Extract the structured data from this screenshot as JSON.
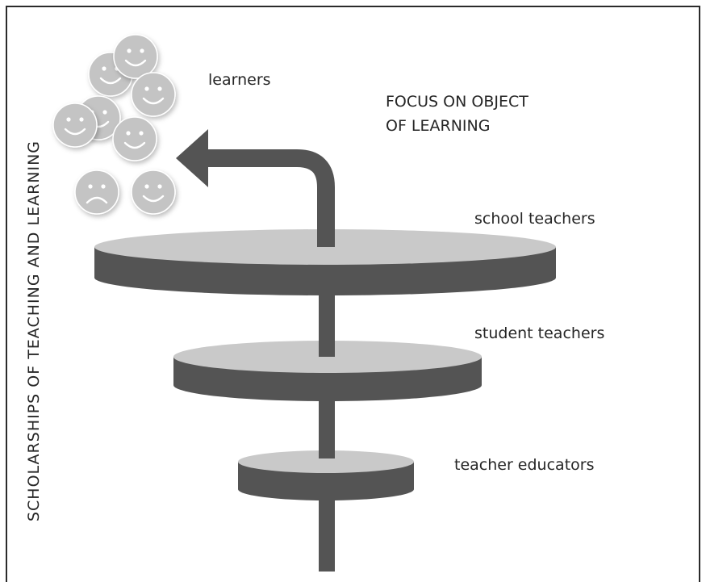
{
  "labels": {
    "learners": "learners",
    "focus_line1": "FOCUS ON OBJECT",
    "focus_line2": "OF LEARNING",
    "school_teachers": "school teachers",
    "student_teachers": "student teachers",
    "teacher_educators": "teacher educators",
    "side": "SCHOLARSHIPS OF TEACHING AND LEARNING"
  },
  "faces": [
    {
      "mood": "happy"
    },
    {
      "mood": "happy"
    },
    {
      "mood": "happy"
    },
    {
      "mood": "happy"
    },
    {
      "mood": "happy"
    },
    {
      "mood": "happy"
    },
    {
      "mood": "sad"
    },
    {
      "mood": "happy"
    }
  ],
  "colors": {
    "dark": "#545454",
    "light": "#c9c9c9",
    "face": "#c4c4c4",
    "text": "#262626"
  }
}
